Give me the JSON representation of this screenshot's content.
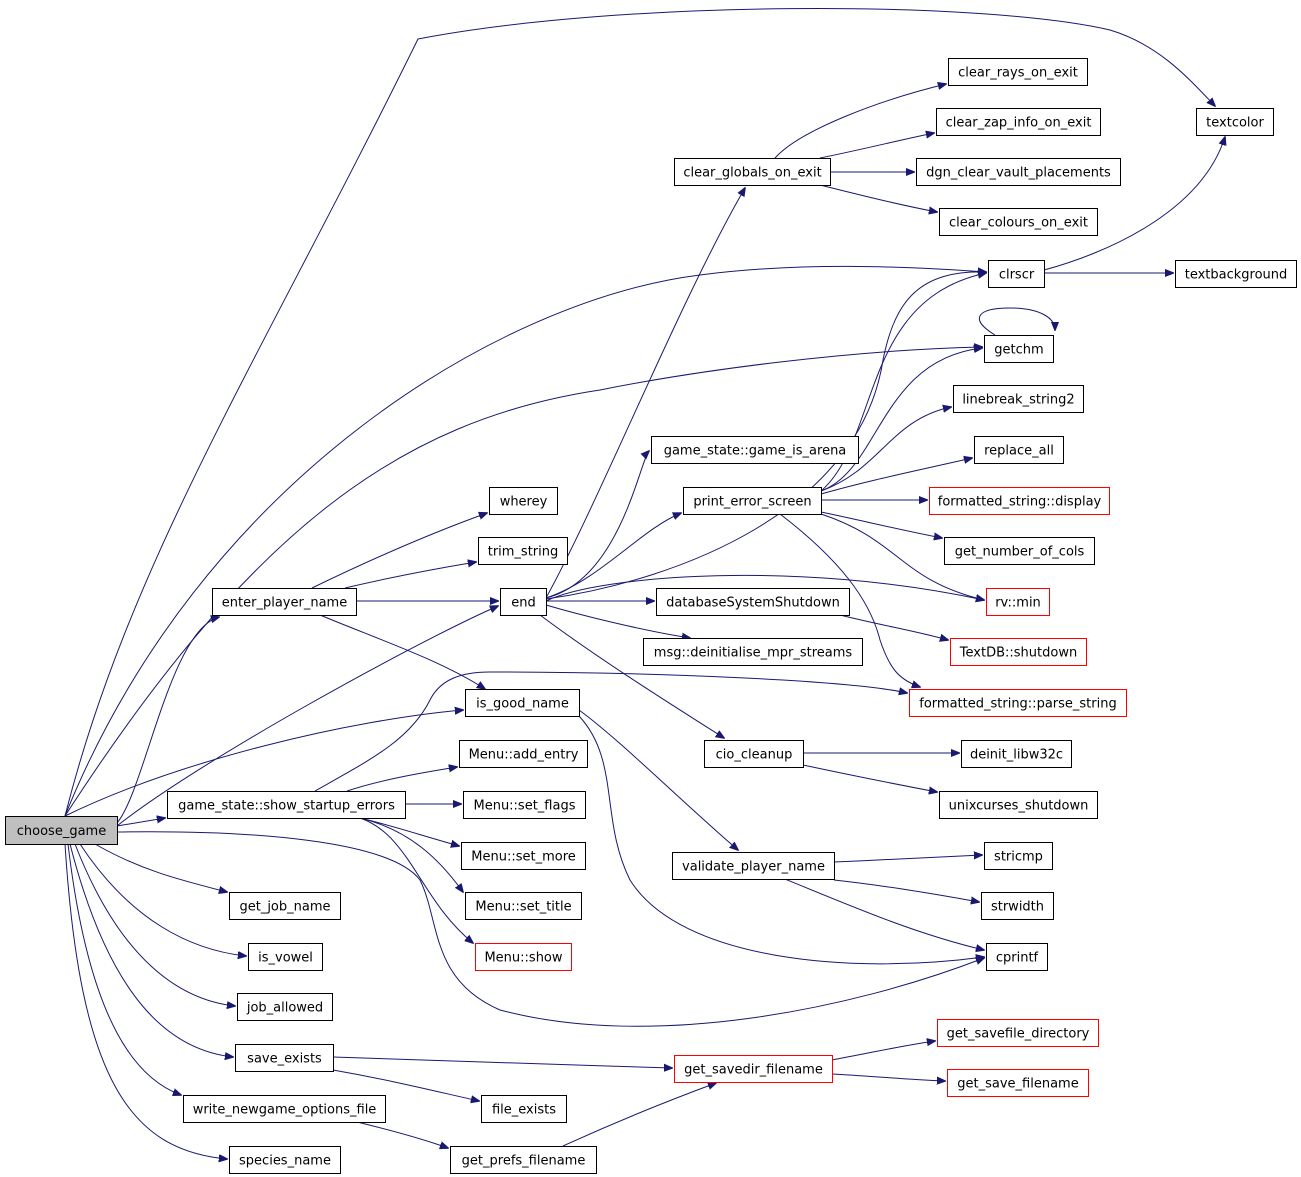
{
  "colors": {
    "edge": "#191970",
    "node_border": "#000000",
    "node_border_external": "#ff0000",
    "root_fill": "#bfbfbf",
    "node_fill": "#ffffff"
  },
  "nodes": {
    "choose_game": {
      "label": "choose_game",
      "kind": "root"
    },
    "enter_player_name": {
      "label": "enter_player_name",
      "kind": "normal"
    },
    "wherey": {
      "label": "wherey",
      "kind": "normal"
    },
    "trim_string": {
      "label": "trim_string",
      "kind": "normal"
    },
    "end": {
      "label": "end",
      "kind": "normal"
    },
    "is_good_name": {
      "label": "is_good_name",
      "kind": "normal"
    },
    "clear_globals_on_exit": {
      "label": "clear_globals_on_exit",
      "kind": "normal"
    },
    "clear_rays_on_exit": {
      "label": "clear_rays_on_exit",
      "kind": "normal"
    },
    "clear_zap_info_on_exit": {
      "label": "clear_zap_info_on_exit",
      "kind": "normal"
    },
    "dgn_clear_vault_placements": {
      "label": "dgn_clear_vault_placements",
      "kind": "normal"
    },
    "clear_colours_on_exit": {
      "label": "clear_colours_on_exit",
      "kind": "normal"
    },
    "textcolor": {
      "label": "textcolor",
      "kind": "normal"
    },
    "clrscr": {
      "label": "clrscr",
      "kind": "normal"
    },
    "textbackground": {
      "label": "textbackground",
      "kind": "normal"
    },
    "getchm": {
      "label": "getchm",
      "kind": "normal"
    },
    "linebreak_string2": {
      "label": "linebreak_string2",
      "kind": "normal"
    },
    "game_is_arena": {
      "label": "game_state::game_is_arena",
      "kind": "normal"
    },
    "replace_all": {
      "label": "replace_all",
      "kind": "normal"
    },
    "print_error_screen": {
      "label": "print_error_screen",
      "kind": "normal"
    },
    "fs_display": {
      "label": "formatted_string::display",
      "kind": "external"
    },
    "get_number_of_cols": {
      "label": "get_number_of_cols",
      "kind": "normal"
    },
    "databaseSystemShutdown": {
      "label": "databaseSystemShutdown",
      "kind": "normal"
    },
    "rv_min": {
      "label": "rv::min",
      "kind": "external"
    },
    "msg_deinit": {
      "label": "msg::deinitialise_mpr_streams",
      "kind": "normal"
    },
    "textdb_shutdown": {
      "label": "TextDB::shutdown",
      "kind": "external"
    },
    "fs_parse_string": {
      "label": "formatted_string::parse_string",
      "kind": "external"
    },
    "cio_cleanup": {
      "label": "cio_cleanup",
      "kind": "normal"
    },
    "deinit_libw32c": {
      "label": "deinit_libw32c",
      "kind": "normal"
    },
    "unixcurses_shutdown": {
      "label": "unixcurses_shutdown",
      "kind": "normal"
    },
    "menu_add_entry": {
      "label": "Menu::add_entry",
      "kind": "normal"
    },
    "show_startup_errors": {
      "label": "game_state::show_startup_errors",
      "kind": "normal"
    },
    "menu_set_flags": {
      "label": "Menu::set_flags",
      "kind": "normal"
    },
    "menu_set_more": {
      "label": "Menu::set_more",
      "kind": "normal"
    },
    "validate_player_name": {
      "label": "validate_player_name",
      "kind": "normal"
    },
    "stricmp": {
      "label": "stricmp",
      "kind": "normal"
    },
    "get_job_name": {
      "label": "get_job_name",
      "kind": "normal"
    },
    "menu_set_title": {
      "label": "Menu::set_title",
      "kind": "normal"
    },
    "strwidth": {
      "label": "strwidth",
      "kind": "normal"
    },
    "is_vowel": {
      "label": "is_vowel",
      "kind": "normal"
    },
    "menu_show": {
      "label": "Menu::show",
      "kind": "external"
    },
    "cprintf": {
      "label": "cprintf",
      "kind": "normal"
    },
    "job_allowed": {
      "label": "job_allowed",
      "kind": "normal"
    },
    "get_savefile_directory": {
      "label": "get_savefile_directory",
      "kind": "external"
    },
    "save_exists": {
      "label": "save_exists",
      "kind": "normal"
    },
    "get_savedir_filename": {
      "label": "get_savedir_filename",
      "kind": "external"
    },
    "get_save_filename": {
      "label": "get_save_filename",
      "kind": "external"
    },
    "write_newgame_options_file": {
      "label": "write_newgame_options_file",
      "kind": "normal"
    },
    "file_exists": {
      "label": "file_exists",
      "kind": "normal"
    },
    "species_name": {
      "label": "species_name",
      "kind": "normal"
    },
    "get_prefs_filename": {
      "label": "get_prefs_filename",
      "kind": "normal"
    }
  }
}
